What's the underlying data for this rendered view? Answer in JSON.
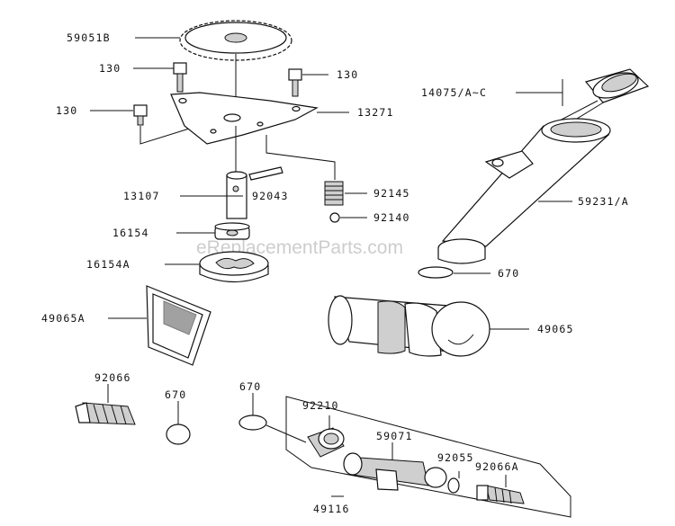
{
  "watermark": "eReplacementParts.com",
  "labels": {
    "l59051b": "59051B",
    "l130a": "130",
    "l130b": "130",
    "l130c": "130",
    "l13271": "13271",
    "l14075": "14075/A~C",
    "l13107": "13107",
    "l92043": "92043",
    "l92145": "92145",
    "l92140": "92140",
    "l59231": "59231/A",
    "l16154": "16154",
    "l16154a": "16154A",
    "l670a": "670",
    "l49065a": "49065A",
    "l49065": "49065",
    "l92066": "92066",
    "l670b": "670",
    "l670c": "670",
    "l92210": "92210",
    "l59071": "59071",
    "l92055": "92055",
    "l92066a": "92066A",
    "l49116": "49116"
  }
}
